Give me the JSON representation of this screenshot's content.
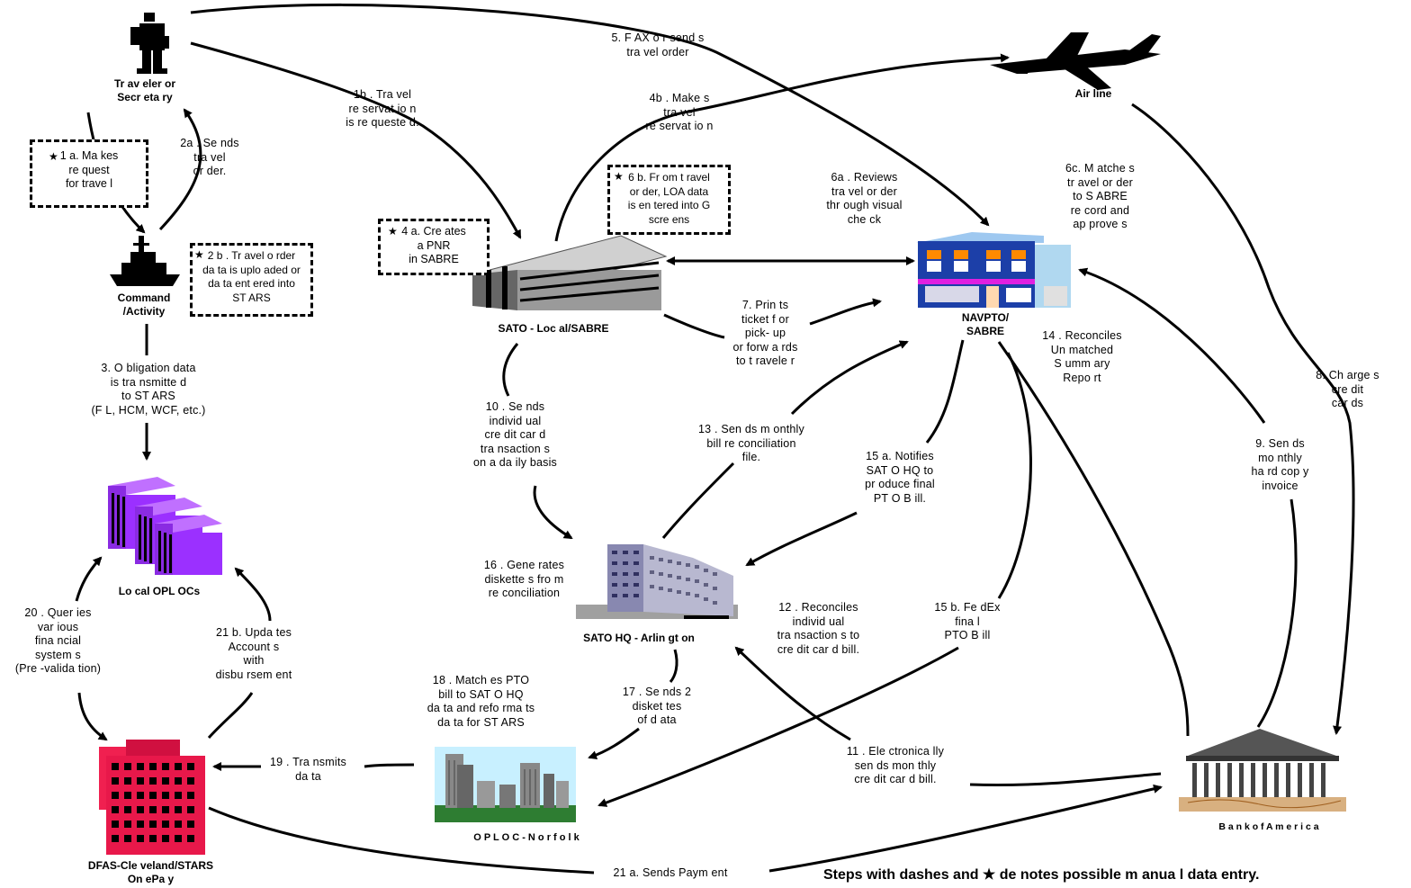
{
  "nodes": {
    "traveler": "Tr av eler  or\nSecr eta ry",
    "command": "Command\n/Activity",
    "local_oplocs": "Lo cal  OPL OCs",
    "dfas": "DFAS-Cle veland/STARS\nOn ePa y",
    "sato_local": "SATO - Loc al/SABRE",
    "sato_hq": "SATO HQ - Arlin gt on",
    "oploc_norfolk": "O P L O C  -  N o r f o l k",
    "navpto": "NAVPTO/\nSABRE",
    "airline": "Air line",
    "bank": "B a n k  o f  A m e r i c a"
  },
  "steps": {
    "s1a": "1 a. Ma kes\nre quest\nfor  trave l",
    "s1b": "1b . Tra vel\nre servat io n\nis re queste d.",
    "s2a": "2a . Se nds\ntra vel\nor der.",
    "s2b": "2 b . Tr avel o rder\nda ta is uplo aded  or\nda ta ent ered  into\nST ARS",
    "s3": "3. O bligation  data\nis tra nsmitte d\nto ST ARS\n(F L, HCM,  WCF, etc.)",
    "s4a": "4 a. Cre ates\na PNR\nin SABRE",
    "s4b": "4b . Make s\ntra vel\nre servat io n",
    "s5": "5. F AX o r send s\ntra vel order",
    "s6a": "6a . Reviews\ntra vel or der\nthr ough  visual\nche ck",
    "s6b": "6 b. Fr om t ravel\nor der,  LOA data\nis en tered  into G\nscre ens",
    "s6c": "6c. M atche s\ntr avel or der\nto S ABRE\nre cord  and\nap prove s",
    "s7": "7. Prin ts\nticket f or\npick- up\nor  forw a rds\nto t ravele r",
    "s8": "8. Ch arge s\ncre dit\ncar ds",
    "s9": "9. Sen ds\nmo nthly\nha rd cop y\ninvoice",
    "s10": "10 . Se nds\nindivid ual\ncre dit car d\ntra nsaction s\non   a  da ily basis",
    "s11": "11 . Ele ctronica lly\nsen ds mon thly\ncre dit car d bill.",
    "s12": "12 . Reconciles\nindivid ual\ntra nsaction s to\ncre dit car d bill.",
    "s13": "13 . Sen ds m onthly\nbill re conciliation\nfile.",
    "s14": "14 . Reconciles\nUn matched\nS umm ary\nRepo rt",
    "s15a": "15 a. Notifies\nSAT O HQ to\npr oduce  final\nPT O B ill.",
    "s15b": "15 b. Fe dEx\nfina l\nPTO B ill",
    "s16": "16 . Gene rates\ndiskette s fro m\nre conciliation",
    "s17": "17 . Se nds 2\ndisket tes\nof d ata",
    "s18": "18 . Match es PTO\nbill to  SAT O HQ\nda ta and  refo rma ts\nda ta for  ST ARS",
    "s19": "19 . Tra nsmits\nda ta",
    "s20": "20 . Quer ies\nvar ious\nfina ncial\nsystem s\n(Pre -valida tion)",
    "s21a": "21 a. Sends Paym ent",
    "s21b": "21 b. Upda tes\nAccount s\nwith\ndisbu rsem ent"
  },
  "legend": "Steps with  dashes and ★ de notes possible m anua l data entry.",
  "icons": {
    "star": "★"
  },
  "colors": {
    "oploc_purple": "#9b30ff",
    "dfas_red": "#e8184a",
    "navpto_blue": "#1c3fa8",
    "sky": "#c8f0ff",
    "grass": "#2e7d32"
  }
}
